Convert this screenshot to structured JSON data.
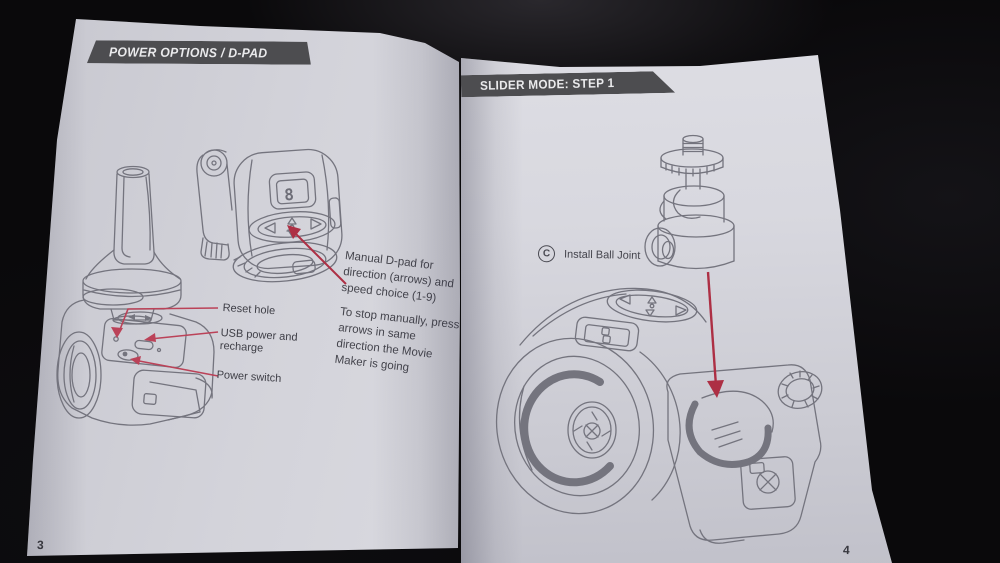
{
  "left_page": {
    "banner": "POWER OPTIONS / D-PAD",
    "page_number": "3",
    "display_value": "8",
    "callouts": [
      {
        "label": "Reset hole"
      },
      {
        "label": "USB power and recharge"
      },
      {
        "label": "Power switch"
      }
    ],
    "notes": [
      "Manual D-pad for direction (arrows) and speed choice (1-9)",
      "To stop manually, press arrows in same direction the Movie Maker is going"
    ]
  },
  "right_page": {
    "banner": "SLIDER MODE: STEP 1",
    "page_number": "4",
    "step": {
      "key": "C",
      "label": "Install Ball Joint"
    }
  },
  "icons": {
    "step_marker": "circled-letter-C",
    "callout_pointer": "red-leader-arrow",
    "install_pointer": "red-down-arrow"
  },
  "colors": {
    "banner_bg": "#4d4d50",
    "banner_text": "#eaeaec",
    "page_bg": "#d6d6dd",
    "ink": "#3e3e46",
    "line_art": "#74747e",
    "callout_red": "#bb4258",
    "arrow_red": "#ad2f44",
    "background": "#0a090b"
  }
}
